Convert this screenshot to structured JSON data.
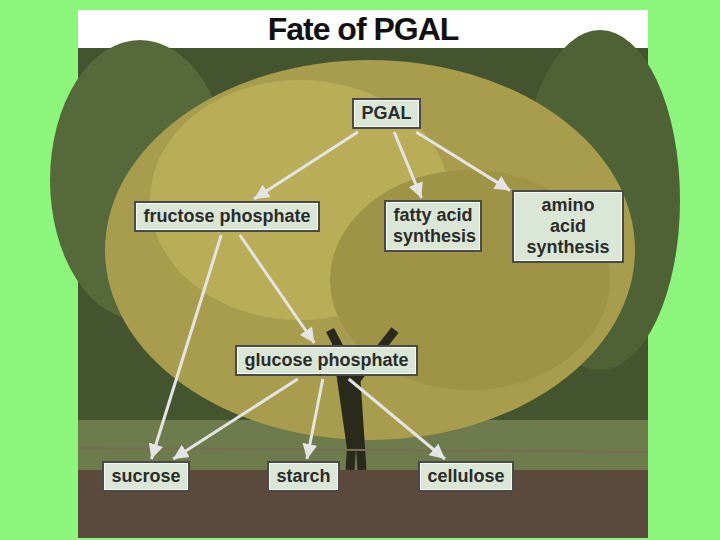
{
  "diagram": {
    "title": "Fate of PGAL",
    "nodes": [
      {
        "text": [
          "PGAL"
        ]
      },
      {
        "text": [
          "fructose phosphate"
        ]
      },
      {
        "text": [
          "fatty acid synthesis"
        ]
      },
      {
        "text": [
          "amino acid synthesis"
        ]
      },
      {
        "text": [
          "glucose phosphate"
        ]
      },
      {
        "text": [
          "sucrose"
        ]
      },
      {
        "text": [
          "starch"
        ]
      },
      {
        "text": [
          "cellulose"
        ]
      }
    ],
    "edges": [
      {
        "from": 0,
        "to": 1,
        "arrow": "to"
      },
      {
        "from": 0,
        "to": 2,
        "arrow": "to"
      },
      {
        "from": 0,
        "to": 3,
        "arrow": "to"
      },
      {
        "from": 1,
        "to": 5,
        "arrow": "to"
      },
      {
        "from": 1,
        "to": 4,
        "arrow": "to"
      },
      {
        "from": 4,
        "to": 5,
        "arrow": "to"
      },
      {
        "from": 4,
        "to": 6,
        "arrow": "to"
      },
      {
        "from": 4,
        "to": 7,
        "arrow": "to"
      }
    ]
  }
}
